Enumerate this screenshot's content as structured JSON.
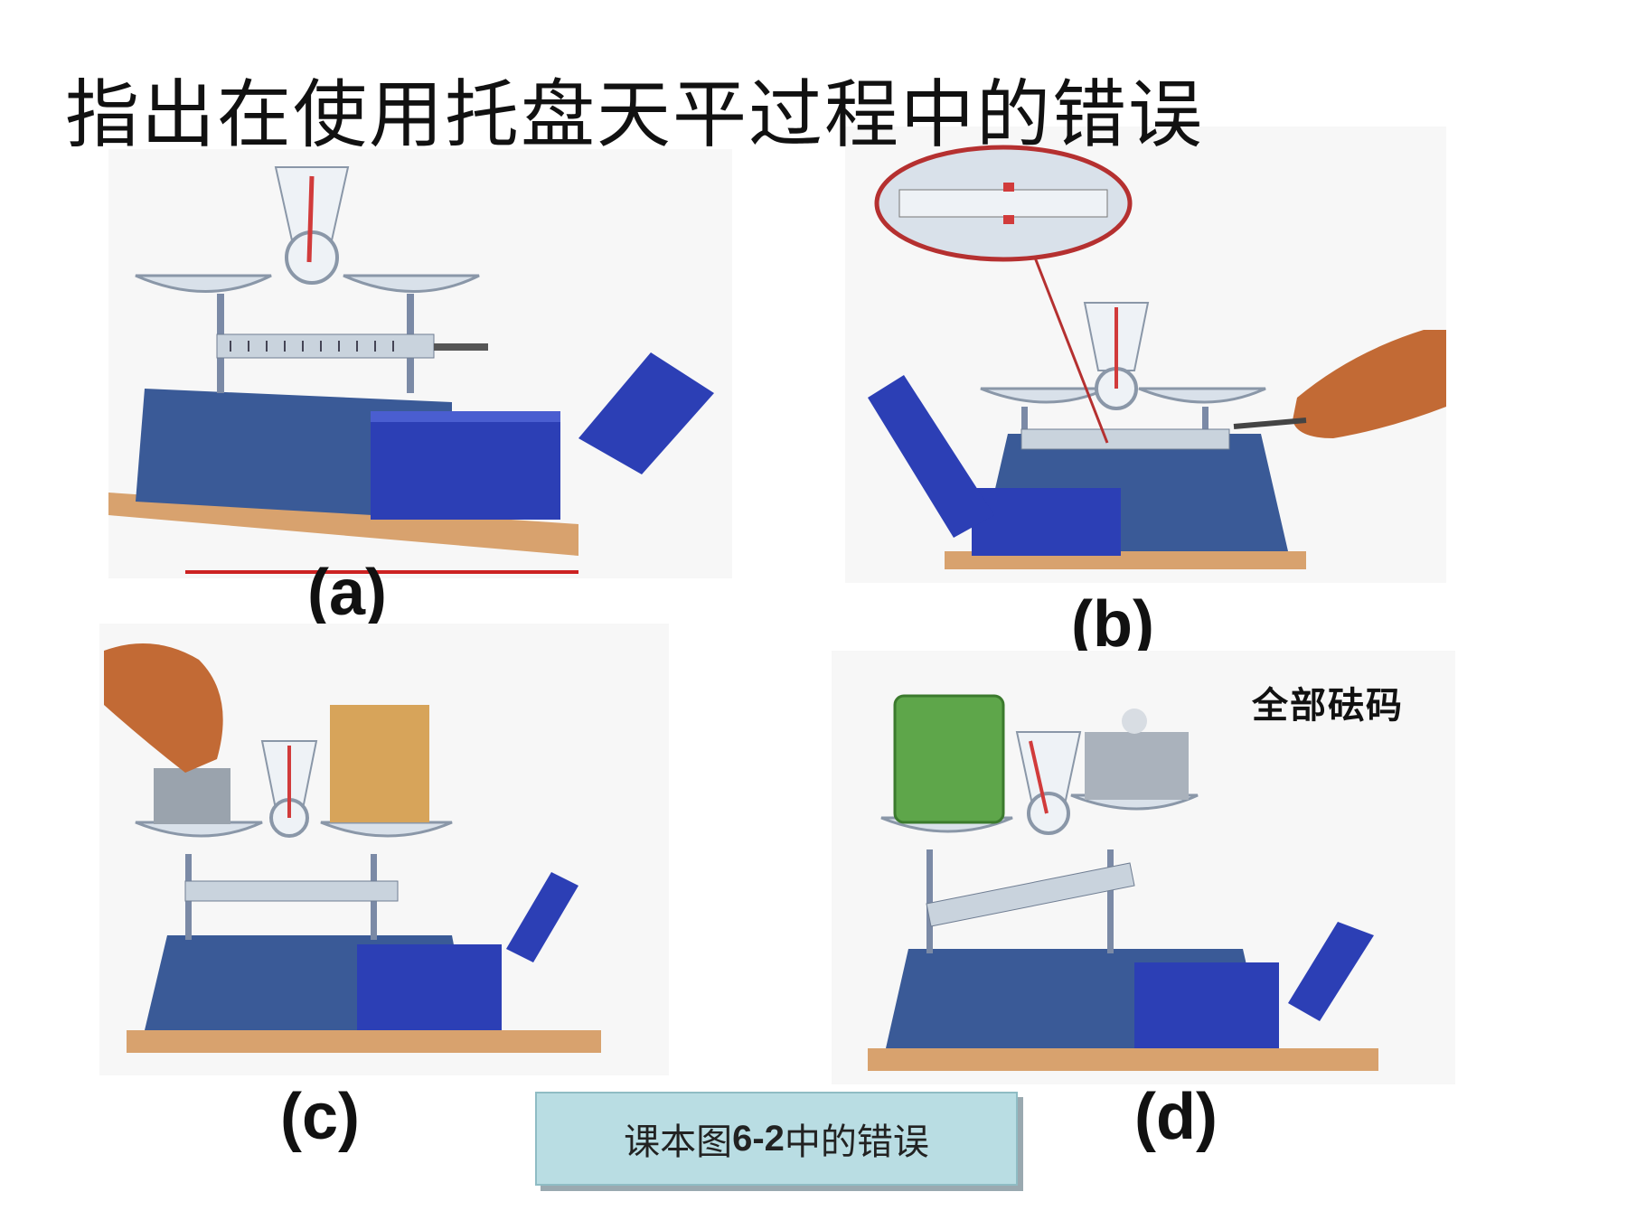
{
  "slide": {
    "title": "指出在使用托盘天平过程中的错误",
    "panels": [
      {
        "id": "a",
        "label": "(a)"
      },
      {
        "id": "b",
        "label": "(b)"
      },
      {
        "id": "c",
        "label": "(c)"
      },
      {
        "id": "d",
        "label": "(d)",
        "annotation": "全部砝码"
      }
    ],
    "note_prefix": "课本图",
    "note_number": "6-2",
    "note_suffix": "中的错误"
  },
  "colors": {
    "base": "#3a5a97",
    "box": "#2c3fb5",
    "wood": "#d8a26e",
    "pan": "#d9e1ea",
    "pointer": "#d13b3b",
    "note_bg": "#b9dde3"
  }
}
